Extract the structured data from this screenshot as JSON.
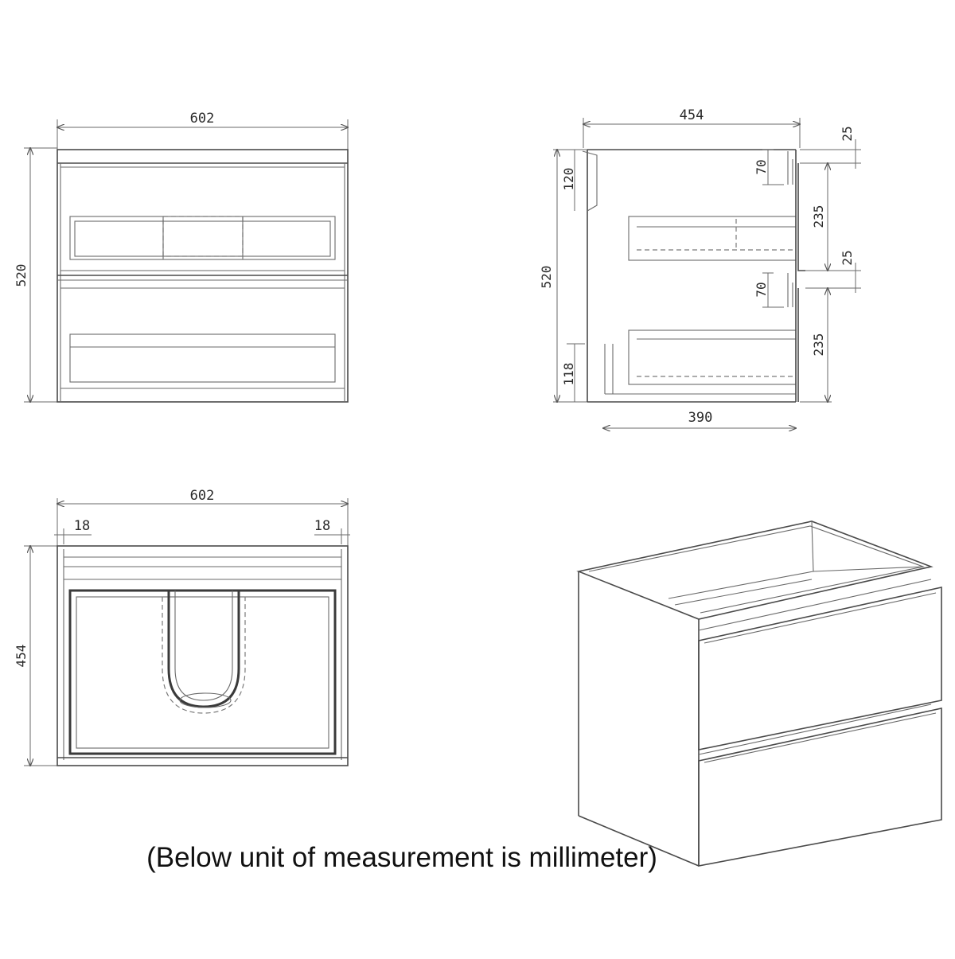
{
  "caption": "(Below unit of measurement is millimeter)",
  "front_view": {
    "width": "602",
    "height": "520"
  },
  "side_view": {
    "depth": "454",
    "height": "520",
    "top_rail": "120",
    "bottom_gap": "118",
    "inner_depth": "390",
    "drawer_gap_top": "70",
    "drawer_gap_mid": "70",
    "top_offset": "25",
    "drawer_1": "235",
    "mid_offset": "25",
    "drawer_2": "235"
  },
  "top_view": {
    "width": "602",
    "side_left": "18",
    "side_right": "18",
    "depth": "454"
  }
}
